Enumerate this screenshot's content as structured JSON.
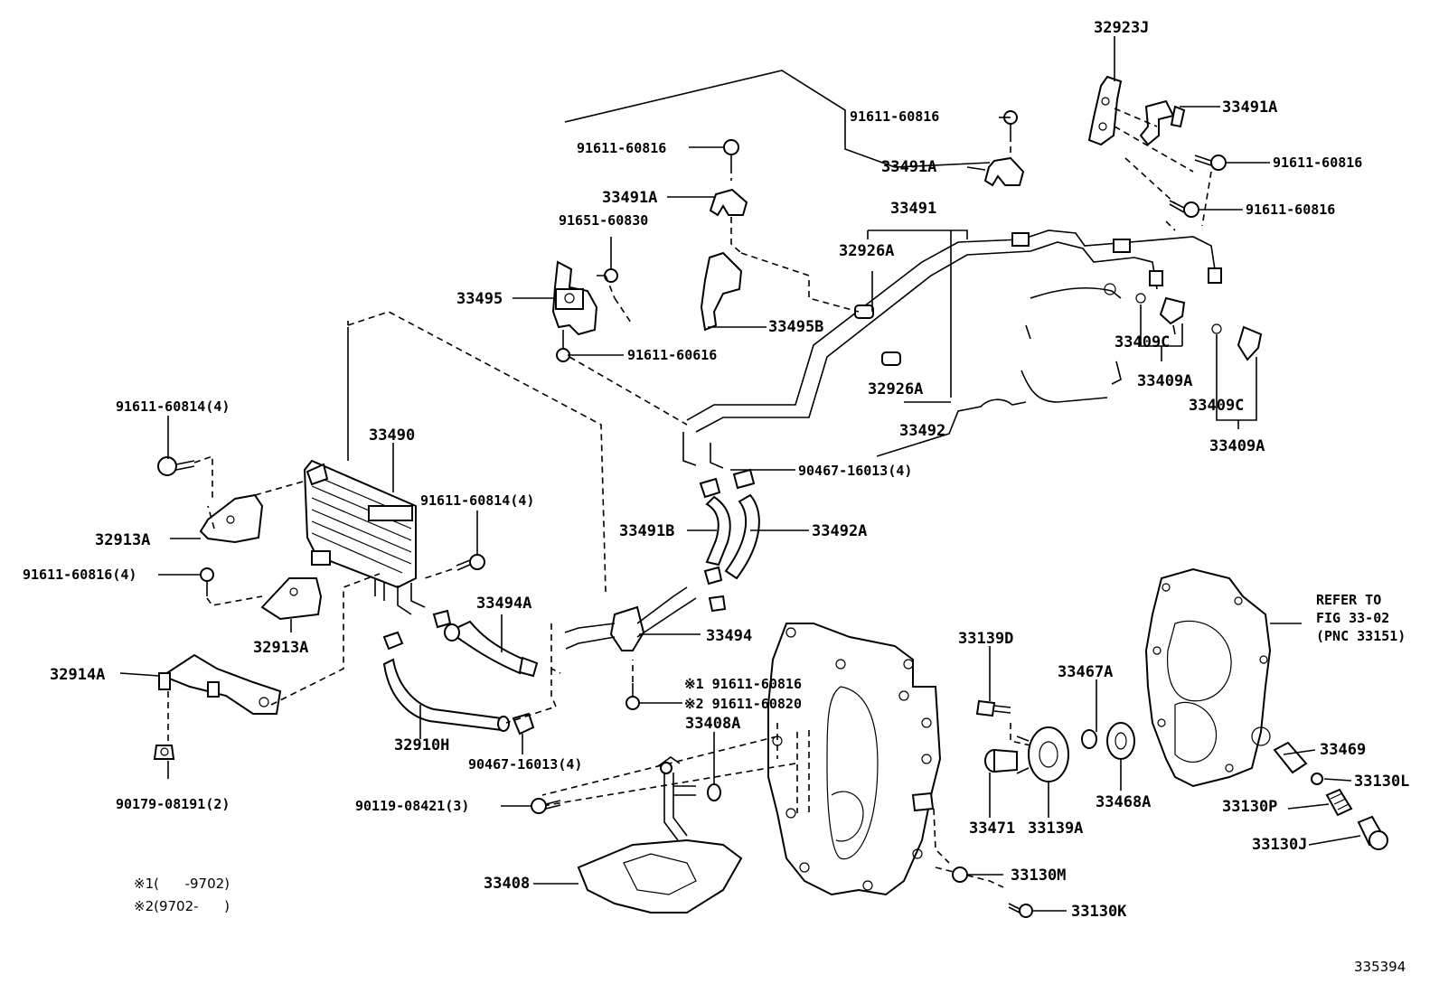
{
  "labels": {
    "p32923J": "32923J",
    "p91611_60816_a": "91611-60816",
    "p33491A_a": "33491A",
    "p91611_60816_b": "91611-60816",
    "p33491A_b": "33491A",
    "p91611_60816_c": "91611-60816",
    "p91611_60816_d": "91611-60816",
    "p33491A_c": "33491A",
    "p91651_60830": "91651-60830",
    "p33491": "33491",
    "p32926A_a": "32926A",
    "p33495": "33495",
    "p33495B": "33495B",
    "p91611_60616": "91611-60616",
    "p33409C_a": "33409C",
    "p33409A_a": "33409A",
    "p32926A_b": "32926A",
    "p33409C_b": "33409C",
    "p33492": "33492",
    "p33409A_b": "33409A",
    "p91611_60814_4a": "91611-60814(4)",
    "p33490": "33490",
    "p90467_16013_4a": "90467-16013(4)",
    "p91611_60814_4b": "91611-60814(4)",
    "p33491B": "33491B",
    "p33492A": "33492A",
    "p32913A_a": "32913A",
    "p91611_60816_4": "91611-60816(4)",
    "p33494A": "33494A",
    "p32913A_b": "32913A",
    "p33494": "33494",
    "p32914A": "32914A",
    "p33139D": "33139D",
    "p33467A": "33467A",
    "p91611_60816_x1": "※1 91611-60816",
    "p91611_60820_x2": "※2 91611-60820",
    "p33408A": "33408A",
    "p32910H": "32910H",
    "p33469": "33469",
    "p90467_16013_4b": "90467-16013(4)",
    "p33130L": "33130L",
    "p90179_08191": "90179-08191(2)",
    "p90119_08421": "90119-08421(3)",
    "p33471": "33471",
    "p33139A": "33139A",
    "p33468A": "33468A",
    "p33130P": "33130P",
    "p33130J": "33130J",
    "p33408": "33408",
    "p33130M": "33130M",
    "p33130K": "33130K"
  },
  "refer": {
    "line1": "REFER TO",
    "line2": "FIG 33-02",
    "line3": "(PNC 33151)"
  },
  "notes": {
    "note1": "※1(      -9702)",
    "note2": "※2(9702-      )"
  },
  "illustration_number": "335394"
}
